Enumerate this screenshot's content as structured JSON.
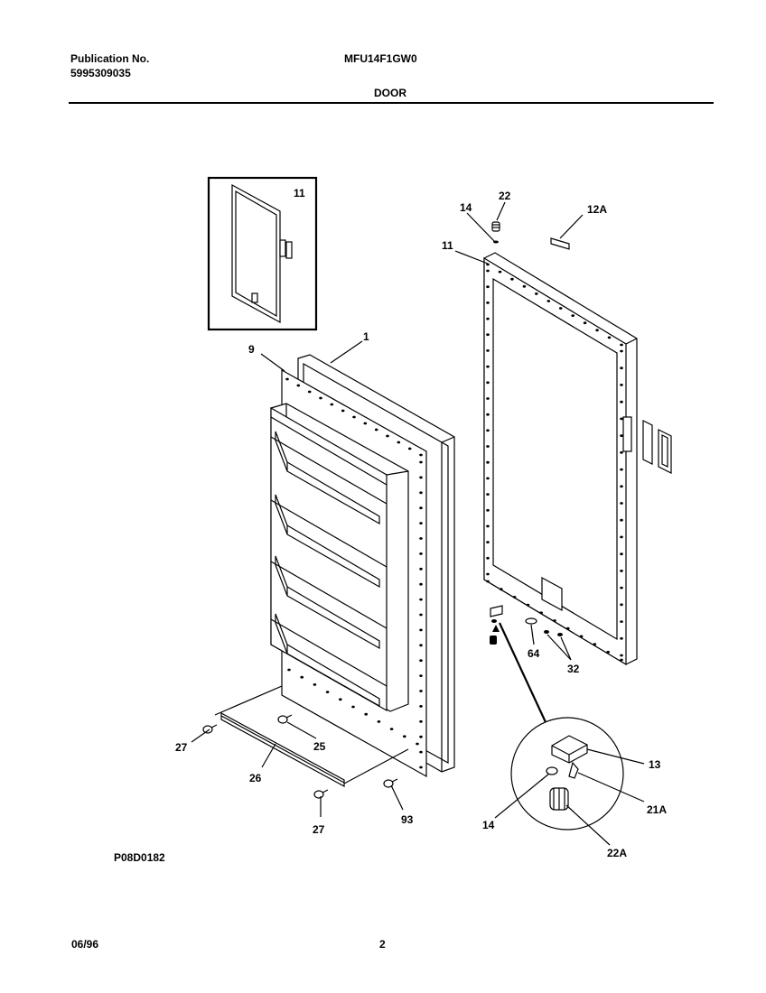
{
  "header": {
    "publication_label": "Publication No.",
    "publication_number": "5995309035",
    "model": "MFU14F1GW0",
    "section": "DOOR"
  },
  "footer": {
    "figure_code": "P08D0182",
    "date": "06/96",
    "page": "2"
  },
  "callouts": {
    "gasket_inset": "11",
    "door_liner": "1",
    "liner_panel": "9",
    "gasket": "11",
    "screw_top": "14",
    "cap_top": "22",
    "label": "12A",
    "hinge_bracket": "13",
    "washer_detail": "14",
    "bushing": "21A",
    "cap_detail": "22A",
    "spacer": "64",
    "plugs": "32",
    "screw_left": "27",
    "screw_bottom": "27",
    "shelf_rail": "26",
    "screw_shelf": "25",
    "screw_right": "93"
  }
}
